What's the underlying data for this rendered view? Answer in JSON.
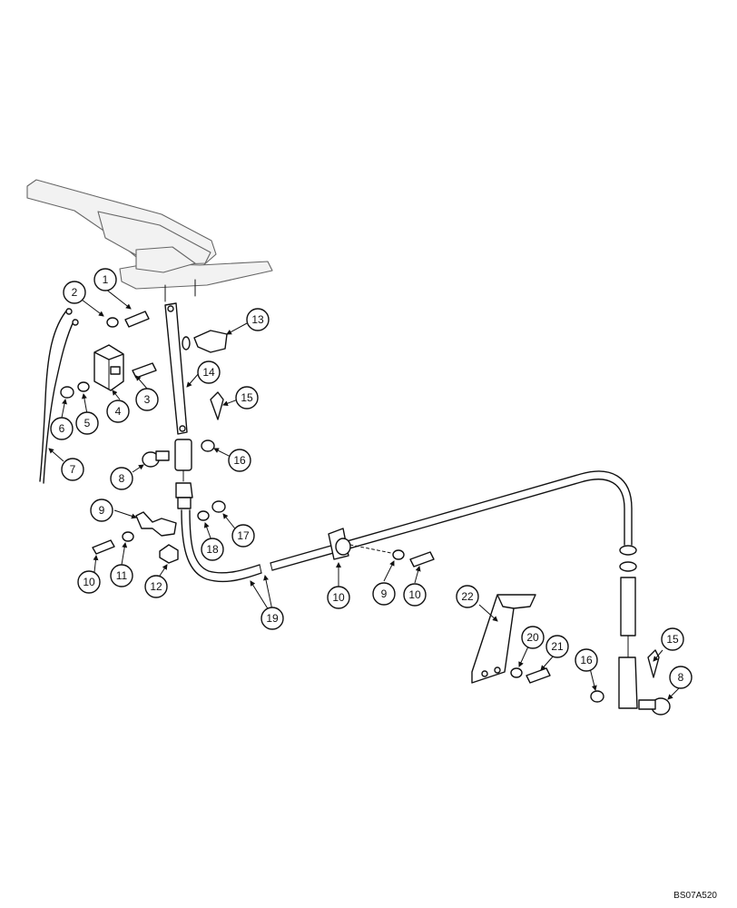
{
  "figure_id": "BS07A520",
  "callouts": [
    "1",
    "2",
    "3",
    "4",
    "5",
    "6",
    "7",
    "8",
    "9",
    "10",
    "11",
    "12",
    "13",
    "14",
    "15",
    "16",
    "17",
    "18",
    "19",
    "20",
    "21",
    "22"
  ],
  "callout_numbers": [
    "1",
    "2",
    "3",
    "4",
    "5",
    "6",
    "7",
    "8",
    "9",
    "10",
    "11",
    "12",
    "13",
    "14",
    "15",
    "16",
    "17",
    "18",
    "19",
    "10",
    "9",
    "10",
    "22",
    "20",
    "21",
    "16",
    "15",
    "8"
  ]
}
